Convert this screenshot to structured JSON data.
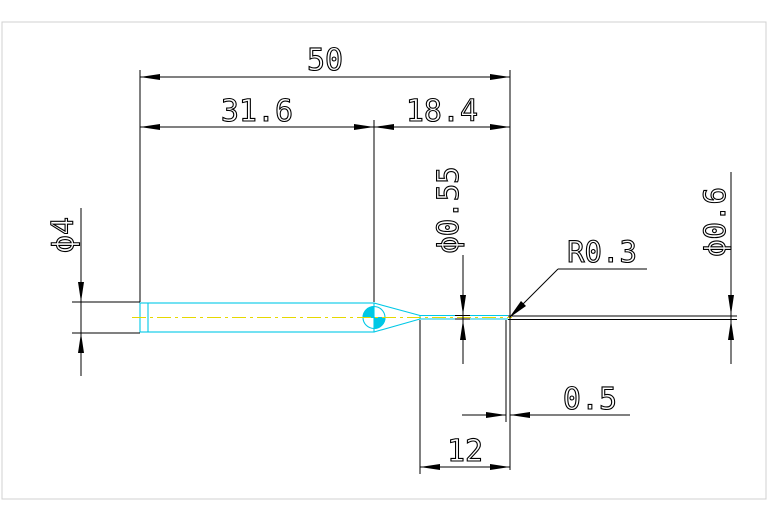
{
  "drawing": {
    "dimensions": {
      "overall_length": "50",
      "shank_length": "31.6",
      "neck_length": "18.4",
      "shank_diameter": "ϕ4",
      "neck_diameter": "ϕ0.55",
      "tip_diameter": "ϕ0.6",
      "corner_radius": "R0.3",
      "tip_offset": "0.5",
      "flute_length": "12"
    }
  }
}
